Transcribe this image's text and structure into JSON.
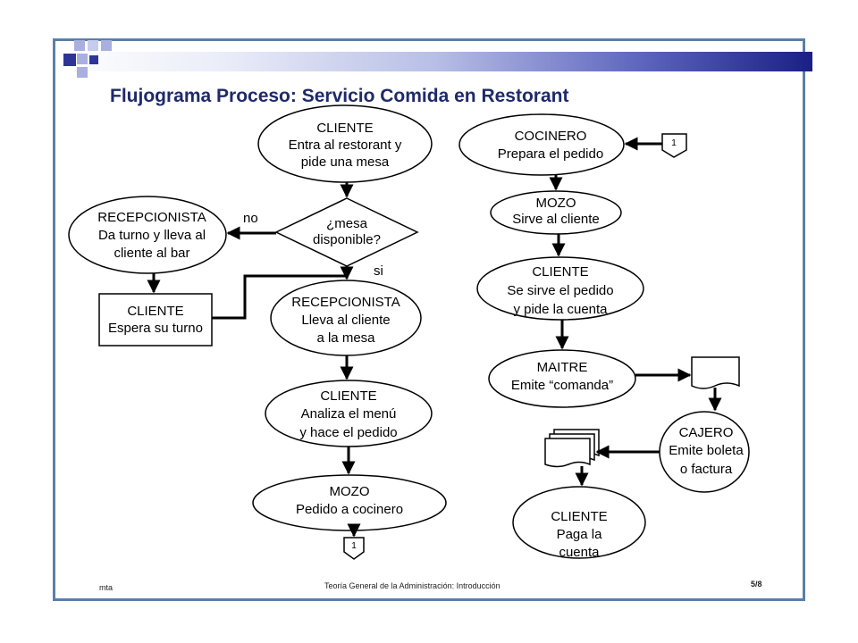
{
  "slide": {
    "title": "Flujograma Proceso: Servicio Comida en Restorant",
    "footer": {
      "left": "mta",
      "center": "Teoría General de la Administración: Introducción",
      "right": "5/8"
    }
  },
  "flowchart": {
    "nodes": {
      "cliente_entra": [
        "CLIENTE",
        "Entra al restorant y",
        "pide una mesa"
      ],
      "mesa_decision": [
        "¿mesa",
        "disponible?"
      ],
      "recep_turno": [
        "RECEPCIONISTA",
        "Da turno y lleva al",
        "cliente al bar"
      ],
      "cliente_espera": [
        "CLIENTE",
        "Espera su turno"
      ],
      "recep_lleva": [
        "RECEPCIONISTA",
        "Lleva al cliente",
        "a la mesa"
      ],
      "cliente_analiza": [
        "CLIENTE",
        "Analiza el menú",
        "y hace el pedido"
      ],
      "mozo_pedido": [
        "MOZO",
        "Pedido a cocinero"
      ],
      "cocinero": [
        "COCINERO",
        "Prepara el pedido"
      ],
      "mozo_sirve": [
        "MOZO",
        "Sirve al cliente"
      ],
      "cliente_sirve": [
        "CLIENTE",
        "Se sirve el pedido",
        "y pide la cuenta"
      ],
      "maitre": [
        "MAITRE",
        "Emite “comanda”"
      ],
      "cajero": [
        "CAJERO",
        "Emite boleta",
        "o factura"
      ],
      "cliente_paga": [
        "CLIENTE",
        "Paga la",
        "cuenta"
      ]
    },
    "labels": {
      "no": "no",
      "si": "si"
    },
    "connector": "1"
  },
  "colors": {
    "frame": "#5a7fa8",
    "title": "#1f2a6b",
    "deco_dark": "#2e3596",
    "deco_light": "#a9b0e0"
  }
}
